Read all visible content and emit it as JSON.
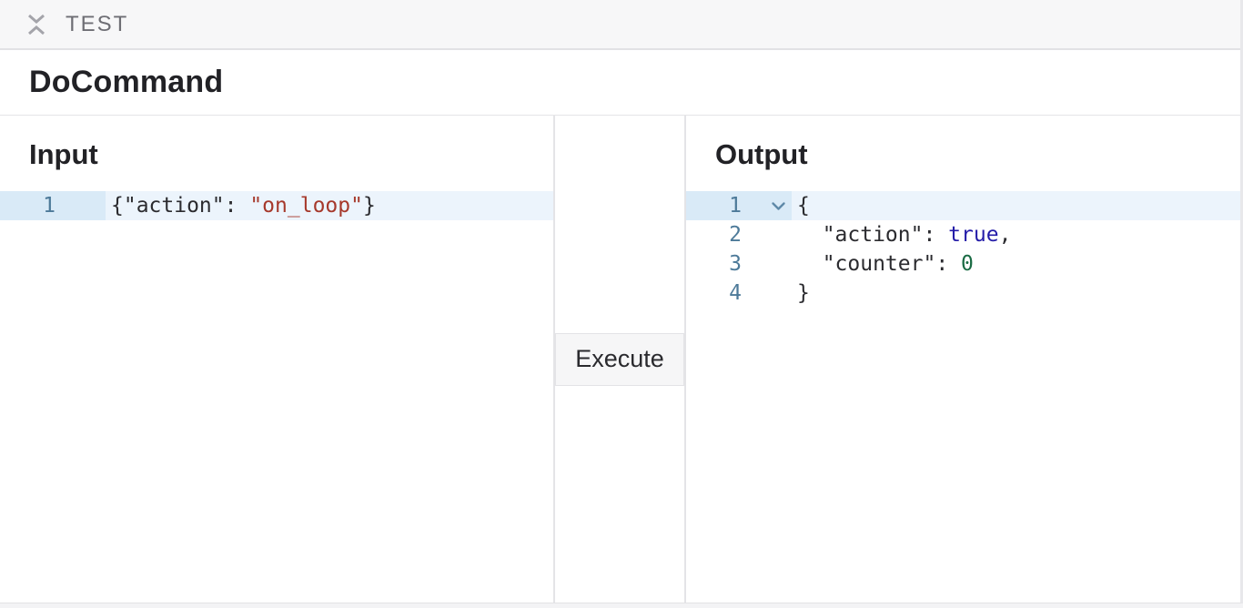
{
  "header": {
    "collapse_icon": "collapse-vertical-icon",
    "title": "TEST"
  },
  "command": {
    "title": "DoCommand"
  },
  "input_panel": {
    "title": "Input",
    "lines": [
      {
        "number": "1",
        "active": true,
        "foldable": false,
        "tokens": [
          {
            "type": "plain",
            "text": "{\"action\": "
          },
          {
            "type": "string",
            "text": "\"on_loop\""
          },
          {
            "type": "plain",
            "text": "}"
          }
        ]
      }
    ]
  },
  "middle": {
    "execute_label": "Execute"
  },
  "output_panel": {
    "title": "Output",
    "lines": [
      {
        "number": "1",
        "active": true,
        "foldable": true,
        "tokens": [
          {
            "type": "plain",
            "text": "{"
          }
        ]
      },
      {
        "number": "2",
        "active": false,
        "foldable": false,
        "tokens": [
          {
            "type": "plain",
            "text": "  \"action\": "
          },
          {
            "type": "bool",
            "text": "true"
          },
          {
            "type": "plain",
            "text": ","
          }
        ]
      },
      {
        "number": "3",
        "active": false,
        "foldable": false,
        "tokens": [
          {
            "type": "plain",
            "text": "  \"counter\": "
          },
          {
            "type": "number",
            "text": "0"
          }
        ]
      },
      {
        "number": "4",
        "active": false,
        "foldable": false,
        "tokens": [
          {
            "type": "plain",
            "text": "}"
          }
        ]
      }
    ]
  },
  "colors": {
    "string": "#a6392c",
    "bool": "#241ca8",
    "number": "#1a6b44",
    "line_number": "#4d7a99",
    "active_line": "#ecf4fc",
    "active_gutter": "#d9eaf7",
    "header_bg": "#f7f7f8",
    "border": "#e4e4e7"
  }
}
